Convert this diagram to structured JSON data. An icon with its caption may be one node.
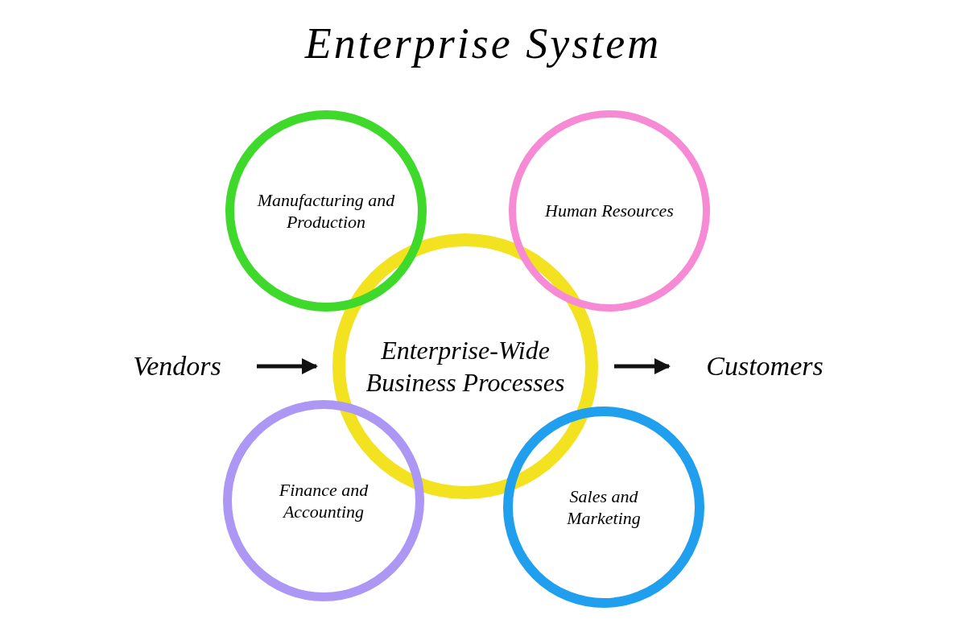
{
  "diagram": {
    "title": "Enterprise System",
    "nodes": [
      {
        "text": [
          "Enterprise-Wide Business Processes"
        ]
      },
      {
        "text": [
          "Manufacturing and Production"
        ]
      },
      {
        "text": [
          "Human Resources"
        ]
      },
      {
        "text": [
          "Finance and Accounting"
        ]
      },
      {
        "text": [
          "Sales and Marketing"
        ]
      },
      {
        "text": [
          "Vendors"
        ]
      },
      {
        "text": [
          "Customers"
        ]
      }
    ],
    "edges": [
      {
        "from": 5,
        "to": 0,
        "arrow": "to"
      },
      {
        "from": 0,
        "to": 6,
        "arrow": "to"
      }
    ]
  }
}
